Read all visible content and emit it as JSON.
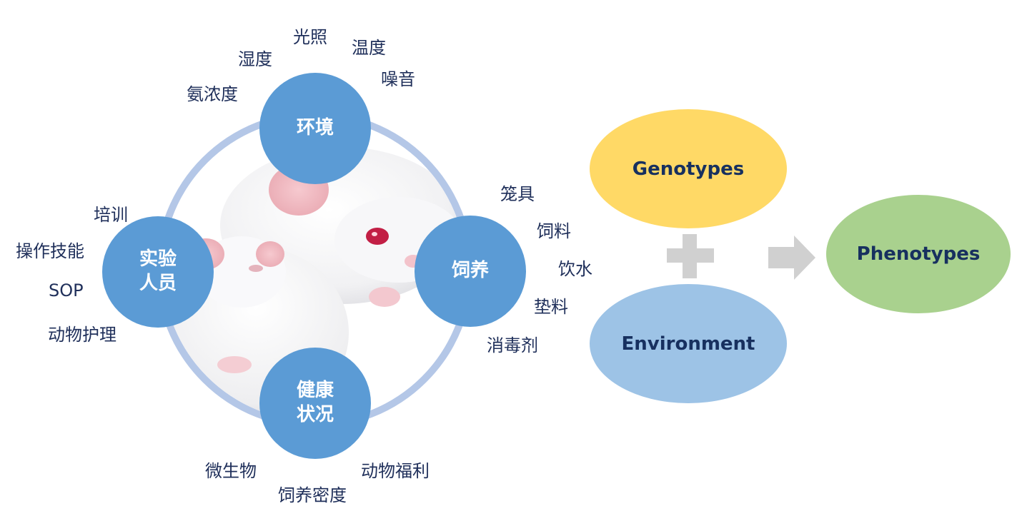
{
  "colors": {
    "node_fill": "#5b9bd5",
    "ring": "#b4c7e7",
    "genotypes_fill": "#ffd966",
    "environment_fill": "#9dc3e6",
    "phenotypes_fill": "#a9d18e",
    "label_text": "#1f2f5a",
    "operator_gray": "#d0d0d0"
  },
  "cycle": {
    "image": "white-mice-photo",
    "nodes": {
      "environment": {
        "line1": "环境",
        "line2": ""
      },
      "husbandry": {
        "line1": "饲养",
        "line2": ""
      },
      "health": {
        "line1": "健康",
        "line2": "状况"
      },
      "personnel": {
        "line1": "实验",
        "line2": "人员"
      }
    },
    "factors": {
      "environment": [
        "光照",
        "湿度",
        "温度",
        "氨浓度",
        "噪音"
      ],
      "husbandry": [
        "笼具",
        "饲料",
        "饮水",
        "垫料",
        "消毒剂"
      ],
      "health": [
        "微生物",
        "动物福利",
        "饲养密度"
      ],
      "personnel": [
        "培训",
        "操作技能",
        "SOP",
        "动物护理"
      ]
    }
  },
  "equation": {
    "genotypes": "Genotypes",
    "environment": "Environment",
    "phenotypes": "Phenotypes",
    "plus_icon": "plus-icon",
    "arrow_icon": "arrow-right-icon"
  }
}
